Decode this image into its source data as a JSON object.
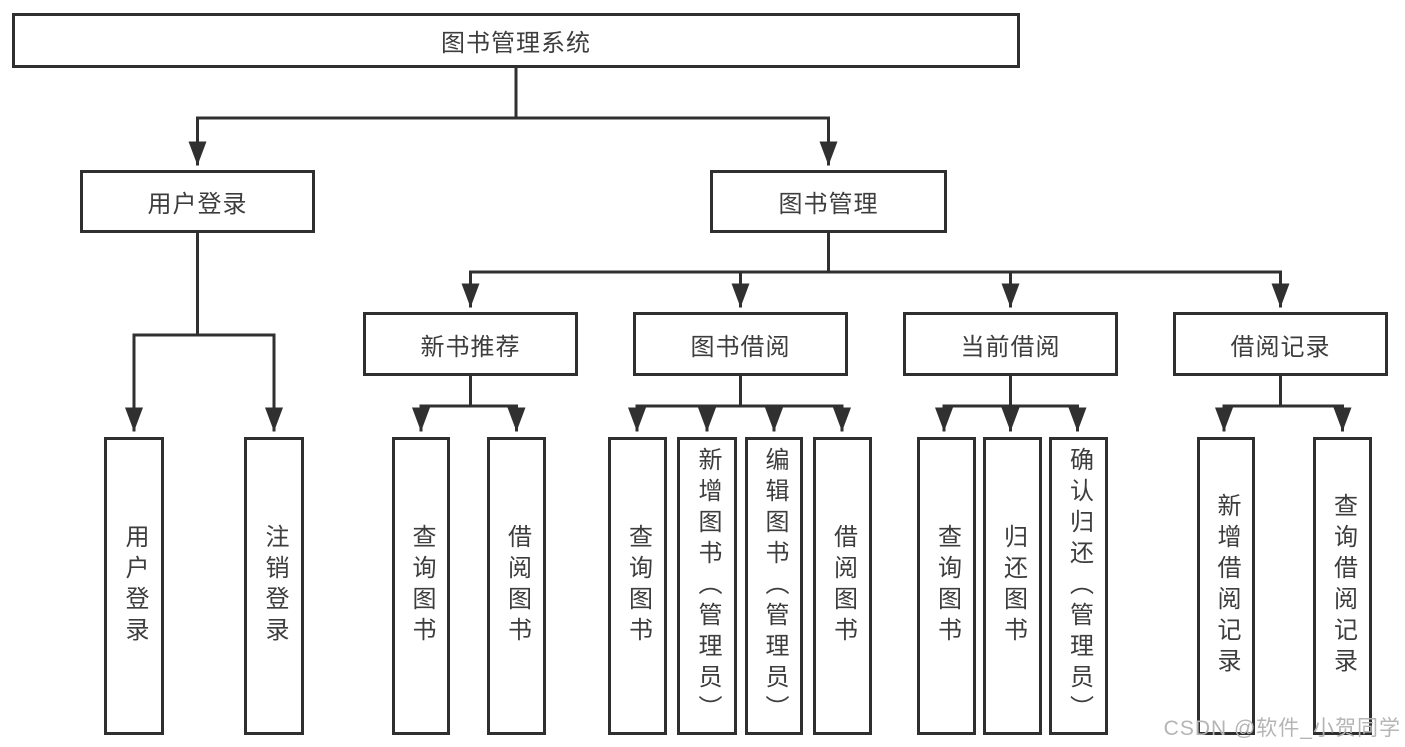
{
  "diagram": {
    "root_label": "图书管理系统",
    "branches": [
      {
        "label": "用户登录",
        "leaves": [
          "用户登录",
          "注销登录"
        ]
      },
      {
        "label": "图书管理",
        "sections": [
          {
            "label": "新书推荐",
            "leaves": [
              "查询图书",
              "借阅图书"
            ]
          },
          {
            "label": "图书借阅",
            "leaves": [
              "查询图书",
              "新增图书（管理员）",
              "编辑图书（管理员）",
              "借阅图书"
            ]
          },
          {
            "label": "当前借阅",
            "leaves": [
              "查询图书",
              "归还图书",
              "确认归还（管理员）"
            ]
          },
          {
            "label": "借阅记录",
            "leaves": [
              "新增借阅记录",
              "查询借阅记录"
            ]
          }
        ]
      }
    ]
  },
  "watermark": {
    "text": "CSDN @软件_小贺同学"
  },
  "colors": {
    "line": "#303030",
    "border": "#2f2f2f",
    "text": "#3d3d3d",
    "watermark": "#b5b5b5",
    "background": "#ffffff"
  }
}
